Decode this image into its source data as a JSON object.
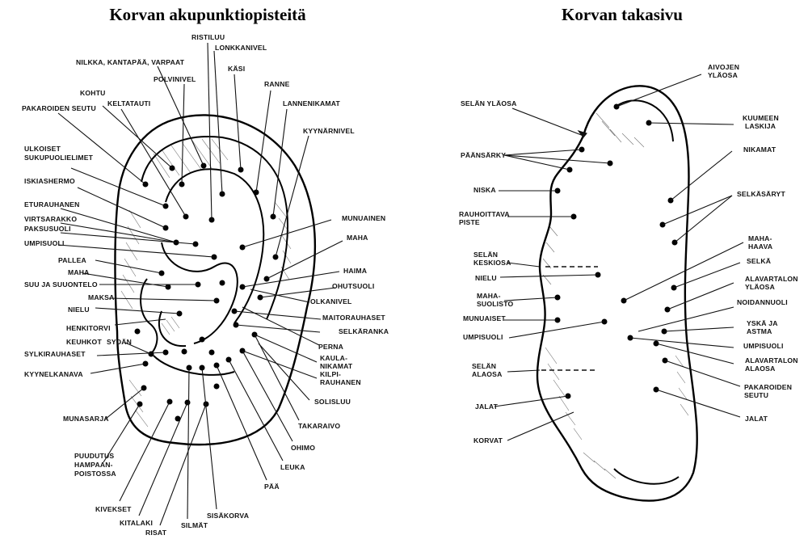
{
  "front": {
    "title": "Korvan akupunktiopisteitä",
    "labels": [
      "RISTILUU",
      "LONKKANIVEL",
      "NILKKA, KANTAPÄÄ, VARPAAT",
      "KÄSI",
      "POLVINIVEL",
      "RANNE",
      "KOHTU",
      "KELTATAUTI",
      "LANNENIKAMAT",
      "PAKAROIDEN SEUTU",
      "KYYNÄRNIVEL",
      "ULKOISET",
      "SUKUPUOLIELIMET",
      "ISKIASHERMO",
      "ETURAUHANEN",
      "VIRTSARAKKO",
      "PAKSUSUOLI",
      "UMPISUOLI",
      "PALLEA",
      "MAHA",
      "SUU JA SUUONTELO",
      "MAKSA",
      "NIELU",
      "MUNUAINEN",
      "MAHA",
      "HAIMA",
      "OHUTSUOLI",
      "OLKANIVEL",
      "MAITORAUHASET",
      "SELKÄRANKA",
      "PERNA",
      "KAULA-",
      "NIKAMAT",
      "KILPI-",
      "RAUHANEN",
      "HENKITORVI",
      "KEUHKOT",
      "SYDÄN",
      "SYLKIRAUHASET",
      "KYYNELKANAVA",
      "MUNASARJA",
      "PUUDUTUS",
      "HAMPAAN-",
      "POISTOSSA",
      "KIVEKSET",
      "KITALAKI",
      "RISAT",
      "SILMÄT",
      "SISÄKORVA",
      "PÄÄ",
      "LEUKA",
      "OHIMO",
      "TAKARAIVO",
      "SOLISLUU"
    ]
  },
  "back": {
    "title": "Korvan takasivu",
    "labels": [
      "AIVOJEN",
      "YLÄOSA",
      "SELÄN YLÄOSA",
      "KUUMEEN",
      "LASKIJA",
      "PÄÄNSÄRKY",
      "NIKAMAT",
      "NISKA",
      "SELKÄSÄRYT",
      "RAUHOITTAVA",
      "PISTE",
      "MAHA-",
      "HAAVA",
      "SELÄN",
      "KESKIOSA",
      "SELKÄ",
      "NIELU",
      "ALAVARTALON",
      "YLÄOSA",
      "MAHA-",
      "SUOLISTO",
      "NOIDANNUOLI",
      "MUNUAISET",
      "YSKÄ JA",
      "ASTMA",
      "UMPISUOLI",
      "UMPISUOLI",
      "ALAVARTALON",
      "ALAOSA",
      "SELÄN",
      "ALAOSA",
      "PAKAROIDEN",
      "SEUTU",
      "JALAT",
      "JALAT",
      "KORVAT"
    ]
  }
}
